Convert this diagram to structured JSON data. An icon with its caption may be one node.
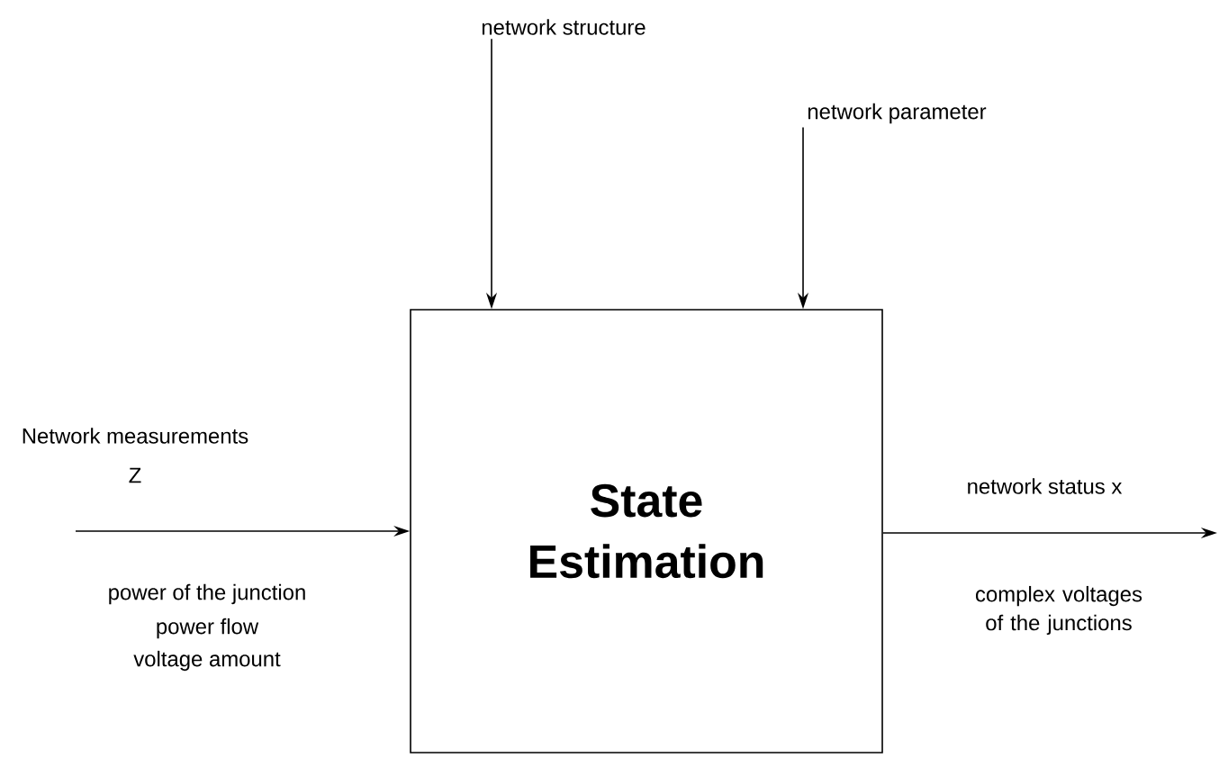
{
  "diagram": {
    "nodes": [
      {
        "text": [
          "State Estimation"
        ]
      },
      {
        "text": [
          "network structure"
        ]
      },
      {
        "text": [
          "network parameter"
        ]
      }
    ],
    "edges": [
      {
        "from": 1,
        "to": 0,
        "arrow": "to"
      },
      {
        "from": 2,
        "to": 0,
        "arrow": "to"
      },
      {
        "from": null,
        "to": 0,
        "arrow": "to"
      },
      {
        "from": 0,
        "to": null,
        "arrow": "to"
      }
    ],
    "labels": [
      "Network measurements",
      "Z",
      "power of the junction",
      "power flow",
      "voltage amount",
      "network status x",
      "complex voltages of the junctions"
    ]
  }
}
